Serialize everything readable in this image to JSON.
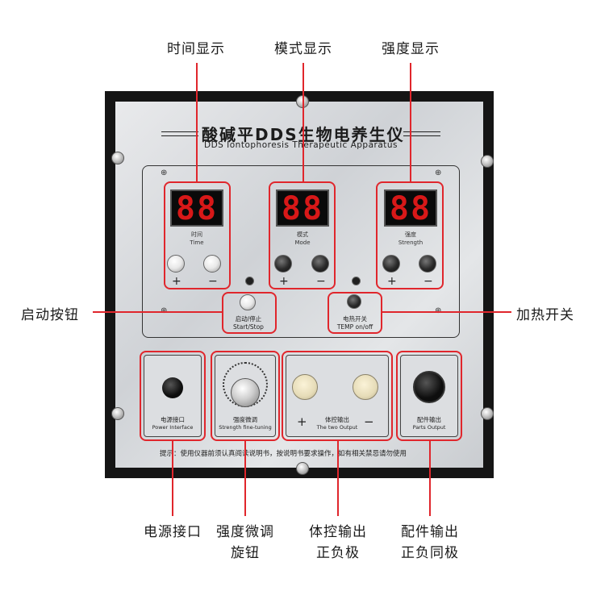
{
  "callouts": {
    "time_display": "时间显示",
    "mode_display": "模式显示",
    "strength_display": "强度显示",
    "start_button": "启动按钮",
    "heat_switch": "加热开关",
    "power_port": "电源接口",
    "strength_knob_line1": "强度微调",
    "strength_knob_line2": "旋钮",
    "body_output_line1": "体控输出",
    "body_output_line2": "正负极",
    "parts_output_line1": "配件输出",
    "parts_output_line2": "正负同极"
  },
  "device": {
    "title_cn": "酸碱平DDS生物电养生仪",
    "title_en": "DDS Iontophoresis Therapeutic Apparatus",
    "displays": [
      {
        "value": "88",
        "label_cn": "时间",
        "label_en": "Time",
        "button_style": "white"
      },
      {
        "value": "88",
        "label_cn": "模式",
        "label_en": "Mode",
        "button_style": "dark"
      },
      {
        "value": "88",
        "label_cn": "强度",
        "label_en": "Strength",
        "button_style": "dark"
      }
    ],
    "plus": "+",
    "minus": "−",
    "start_stop_cn": "启动/停止",
    "start_stop_en": "Start/Stop",
    "temp_cn": "电热开关",
    "temp_en": "TEMP on/off",
    "power_cn": "电源接口",
    "power_en": "Power Interface",
    "strength_fine_cn": "强度微调",
    "strength_fine_en": "Strength fine-tuning",
    "two_output_cn": "体控输出",
    "two_output_en": "The two Output",
    "parts_output_cn": "配件输出",
    "parts_output_en": "Parts Output",
    "notice": "提示：使用仪器前须认真阅读说明书，按说明书要求操作，如有相关禁忌请勿使用"
  },
  "colors": {
    "callout_red": "#e0262c",
    "display_red": "#d81818"
  }
}
